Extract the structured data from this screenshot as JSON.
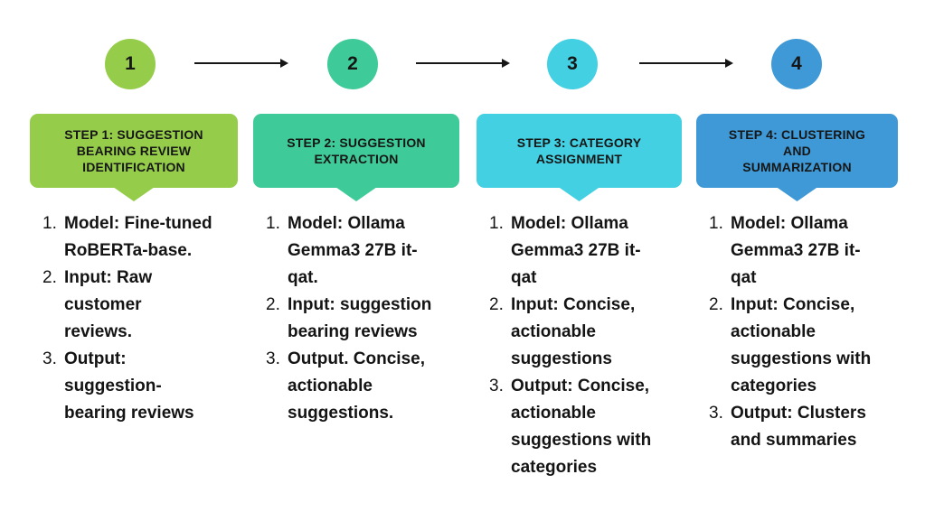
{
  "diagram": {
    "type": "process-flow",
    "background": "#ffffff",
    "text_color": "#161616",
    "arrow_color": "#161616",
    "list_markers": [
      "1.",
      "2.",
      "3."
    ],
    "steps": [
      {
        "number": "1",
        "color": "#95cd4b",
        "title": "STEP 1: SUGGESTION\nBEARING REVIEW\nIDENTIFICATION",
        "items": [
          "Model: Fine-tuned\nRoBERTa-base.",
          "Input: Raw\ncustomer\nreviews.",
          "Output:\nsuggestion-\nbearing reviews"
        ]
      },
      {
        "number": "2",
        "color": "#3fcb99",
        "title": "STEP 2: SUGGESTION\nEXTRACTION",
        "items": [
          "Model: Ollama\nGemma3 27B it-\nqat.",
          "Input: suggestion\nbearing reviews",
          "Output. Concise,\nactionable\nsuggestions."
        ]
      },
      {
        "number": "3",
        "color": "#43d0e2",
        "title": "STEP 3: CATEGORY\nASSIGNMENT",
        "items": [
          "Model: Ollama\nGemma3 27B it-\nqat",
          "Input: Concise,\nactionable\nsuggestions",
          "Output: Concise,\nactionable\nsuggestions with\ncategories"
        ]
      },
      {
        "number": "4",
        "color": "#3e99d6",
        "title": "STEP 4: CLUSTERING\nAND\nSUMMARIZATION",
        "items": [
          "Model: Ollama\nGemma3 27B it-\nqat",
          "Input: Concise,\nactionable\nsuggestions with\ncategories",
          "Output: Clusters\nand summaries"
        ]
      }
    ]
  }
}
